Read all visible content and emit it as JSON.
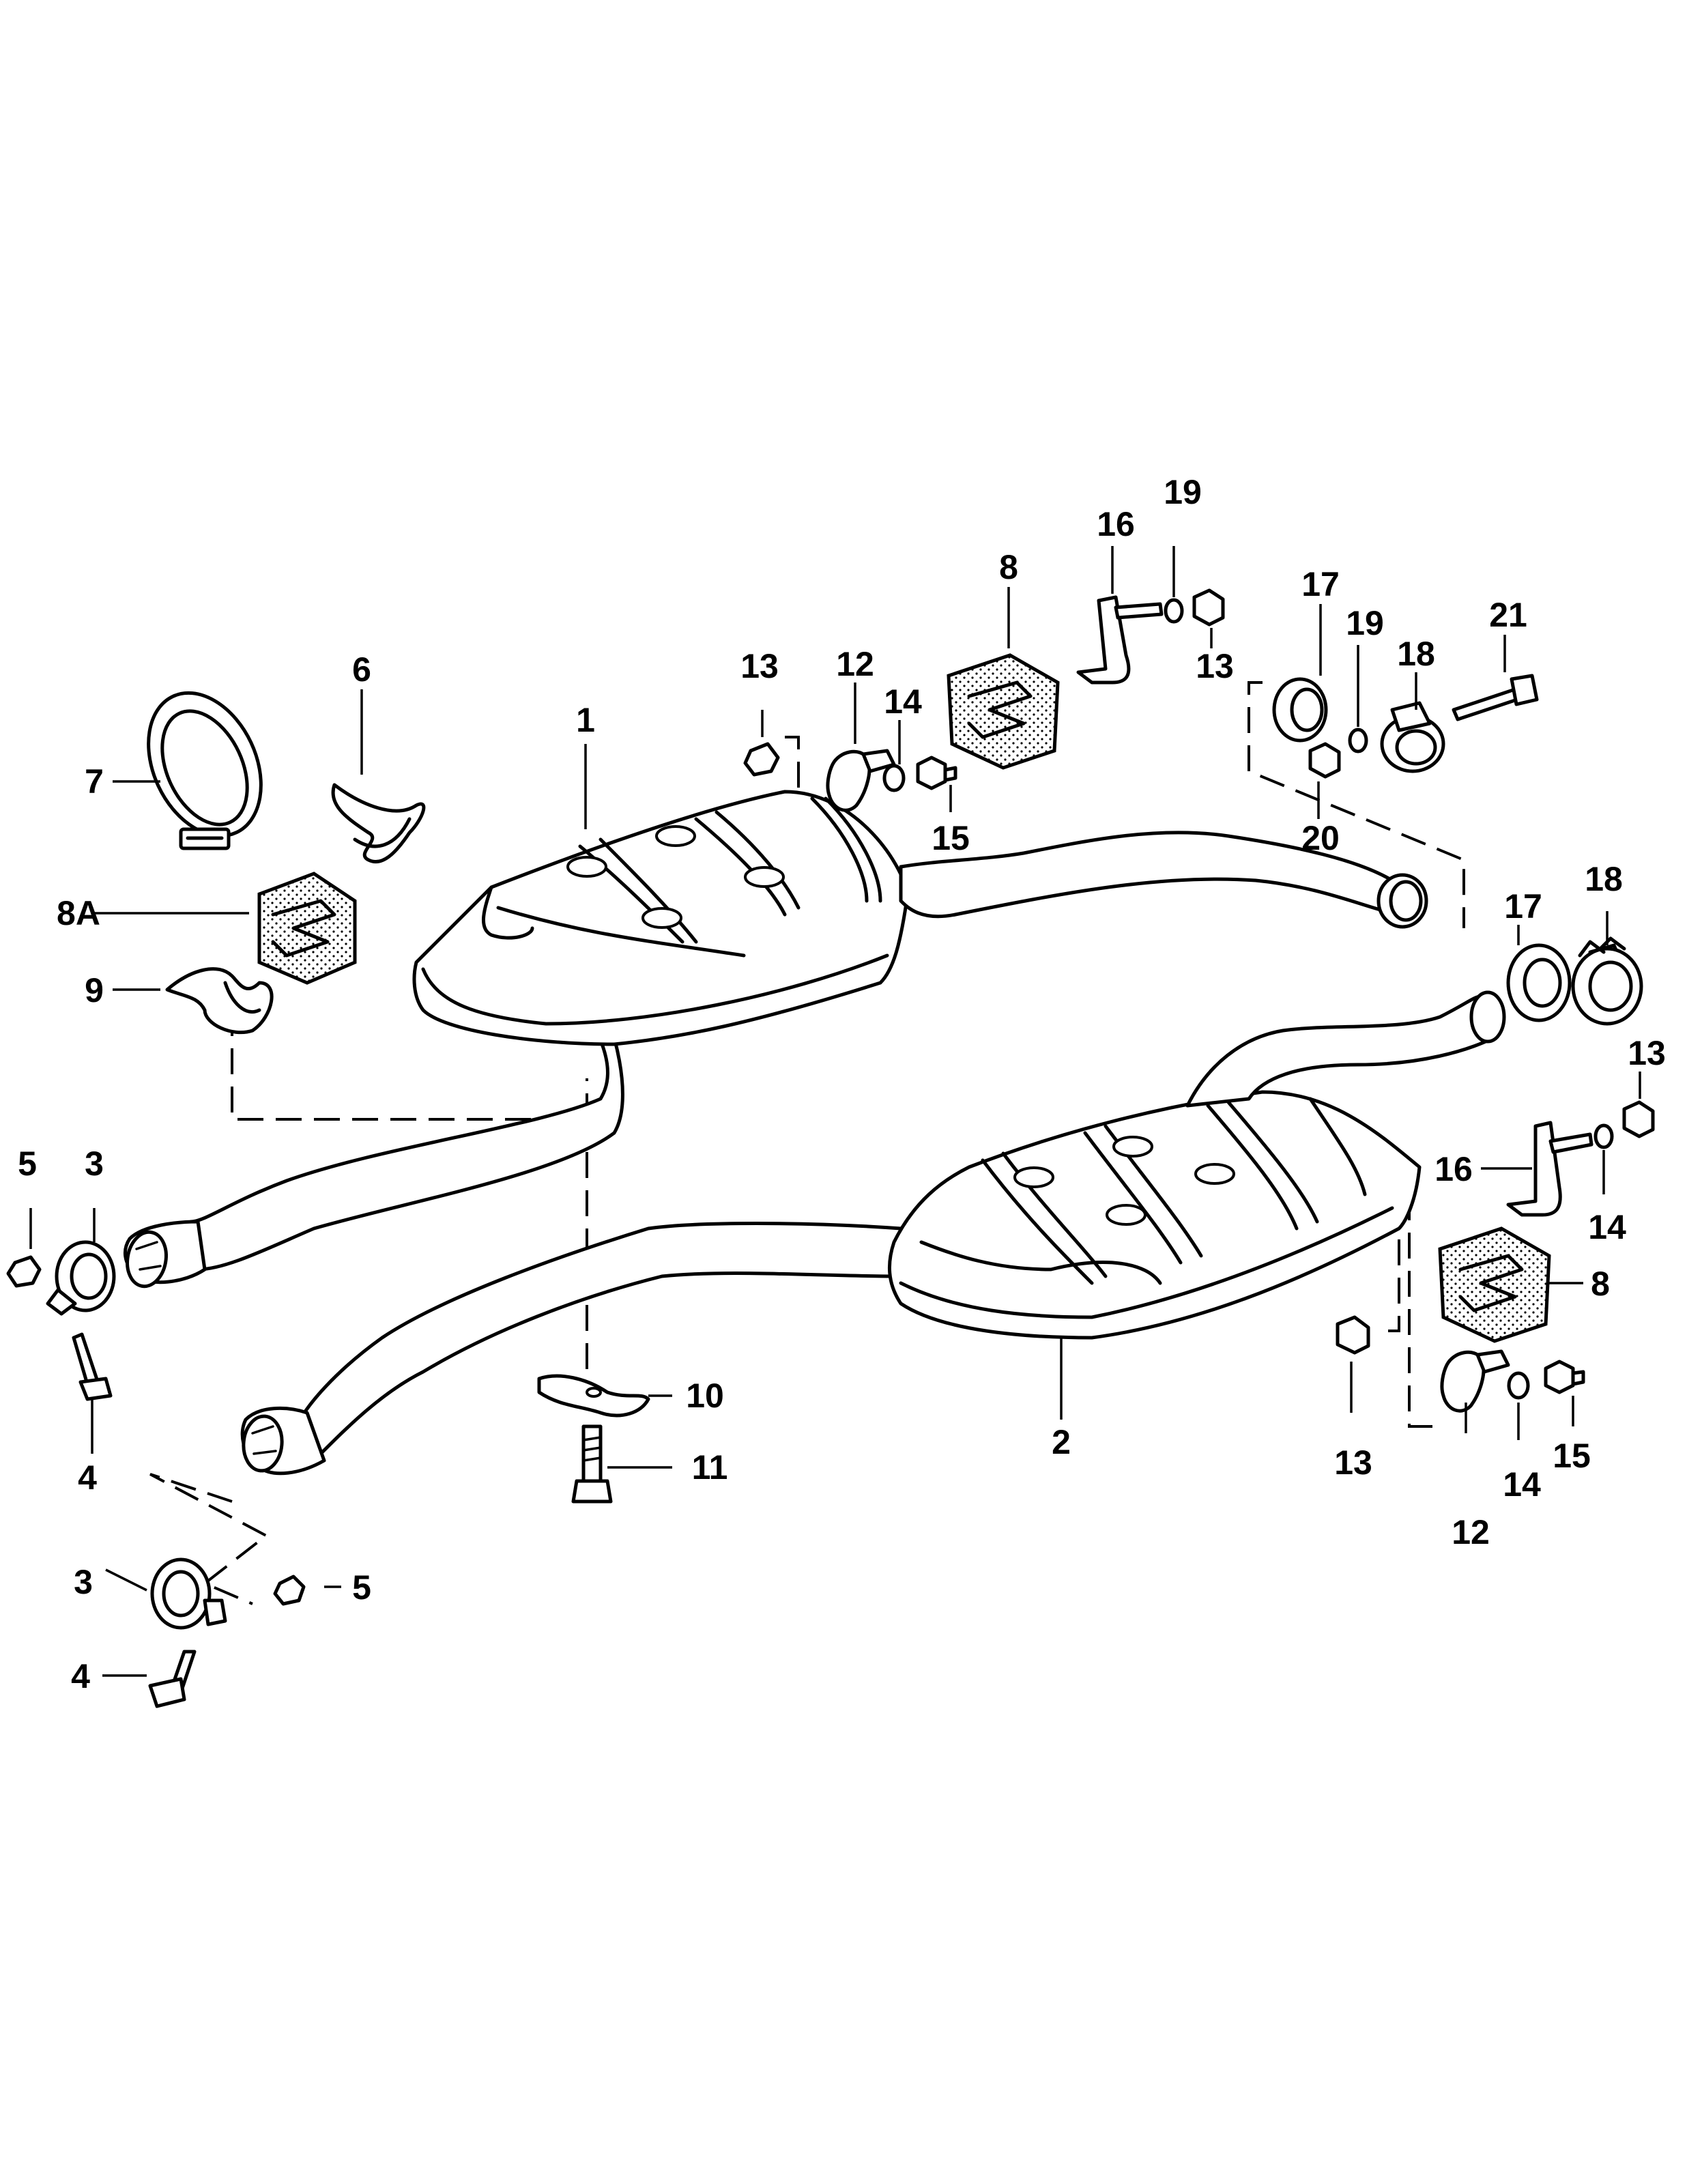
{
  "callouts": [
    {
      "id": "c1",
      "text": "1"
    },
    {
      "id": "c2",
      "text": "2"
    },
    {
      "id": "c3a",
      "text": "3"
    },
    {
      "id": "c3b",
      "text": "3"
    },
    {
      "id": "c4a",
      "text": "4"
    },
    {
      "id": "c4b",
      "text": "4"
    },
    {
      "id": "c5a",
      "text": "5"
    },
    {
      "id": "c5b",
      "text": "5"
    },
    {
      "id": "c6",
      "text": "6"
    },
    {
      "id": "c7",
      "text": "7"
    },
    {
      "id": "c8a",
      "text": "8"
    },
    {
      "id": "c8b",
      "text": "8"
    },
    {
      "id": "c8A",
      "text": "8A"
    },
    {
      "id": "c9",
      "text": "9"
    },
    {
      "id": "c10",
      "text": "10"
    },
    {
      "id": "c11",
      "text": "11"
    },
    {
      "id": "c12a",
      "text": "12"
    },
    {
      "id": "c12b",
      "text": "12"
    },
    {
      "id": "c13a",
      "text": "13"
    },
    {
      "id": "c13b",
      "text": "13"
    },
    {
      "id": "c13c",
      "text": "13"
    },
    {
      "id": "c13d",
      "text": "13"
    },
    {
      "id": "c14a",
      "text": "14"
    },
    {
      "id": "c14b",
      "text": "14"
    },
    {
      "id": "c14c",
      "text": "14"
    },
    {
      "id": "c15a",
      "text": "15"
    },
    {
      "id": "c15b",
      "text": "15"
    },
    {
      "id": "c16a",
      "text": "16"
    },
    {
      "id": "c16b",
      "text": "16"
    },
    {
      "id": "c17a",
      "text": "17"
    },
    {
      "id": "c17b",
      "text": "17"
    },
    {
      "id": "c18a",
      "text": "18"
    },
    {
      "id": "c18b",
      "text": "18"
    },
    {
      "id": "c19a",
      "text": "19"
    },
    {
      "id": "c19b",
      "text": "19"
    },
    {
      "id": "c20",
      "text": "20"
    },
    {
      "id": "c21",
      "text": "21"
    }
  ]
}
